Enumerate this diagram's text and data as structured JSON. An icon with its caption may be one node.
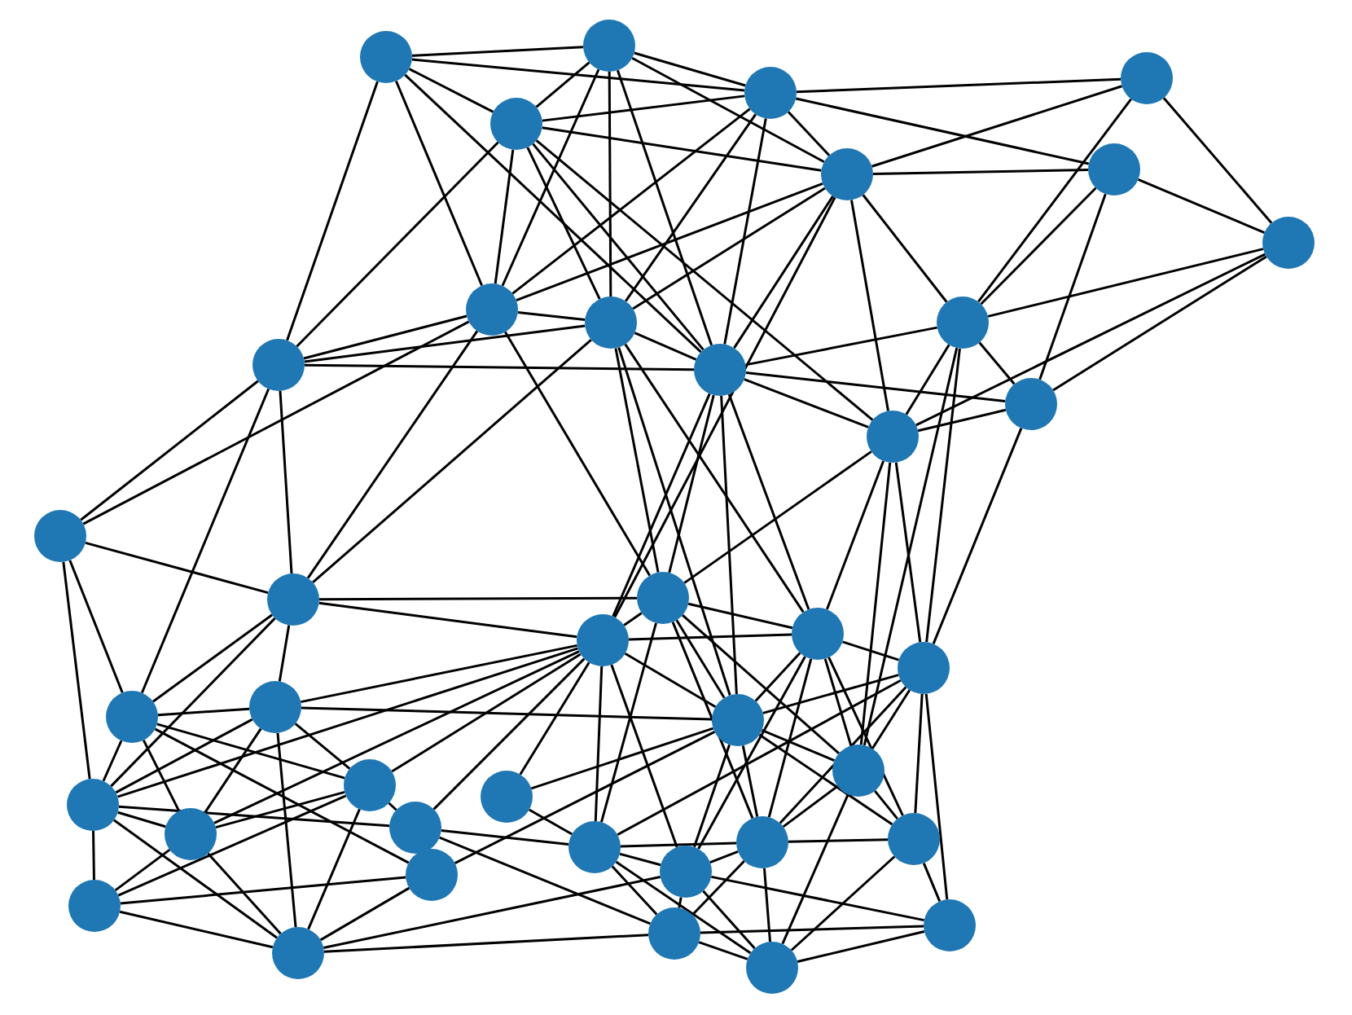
{
  "diagram": {
    "nodes": [
      {
        "text": [],
        "shape": "circle"
      },
      {
        "text": [],
        "shape": "circle"
      },
      {
        "text": [],
        "shape": "circle"
      },
      {
        "text": [],
        "shape": "circle"
      },
      {
        "text": [],
        "shape": "circle"
      },
      {
        "text": [],
        "shape": "circle"
      },
      {
        "text": [],
        "shape": "circle"
      },
      {
        "text": [],
        "shape": "circle"
      },
      {
        "text": [],
        "shape": "circle"
      },
      {
        "text": [],
        "shape": "circle"
      },
      {
        "text": [],
        "shape": "circle"
      },
      {
        "text": [],
        "shape": "circle"
      },
      {
        "text": [],
        "shape": "circle"
      },
      {
        "text": [],
        "shape": "circle"
      },
      {
        "text": [],
        "shape": "circle"
      },
      {
        "text": [],
        "shape": "circle"
      },
      {
        "text": [],
        "shape": "circle"
      },
      {
        "text": [],
        "shape": "circle"
      },
      {
        "text": [],
        "shape": "circle"
      },
      {
        "text": [],
        "shape": "circle"
      },
      {
        "text": [],
        "shape": "circle"
      },
      {
        "text": [],
        "shape": "circle"
      },
      {
        "text": [],
        "shape": "circle"
      },
      {
        "text": [],
        "shape": "circle"
      },
      {
        "text": [],
        "shape": "circle"
      },
      {
        "text": [],
        "shape": "circle"
      },
      {
        "text": [],
        "shape": "circle"
      },
      {
        "text": [],
        "shape": "circle"
      },
      {
        "text": [],
        "shape": "circle"
      },
      {
        "text": [],
        "shape": "circle"
      },
      {
        "text": [],
        "shape": "circle"
      },
      {
        "text": [],
        "shape": "circle"
      },
      {
        "text": [],
        "shape": "circle"
      },
      {
        "text": [],
        "shape": "circle"
      },
      {
        "text": [],
        "shape": "circle"
      },
      {
        "text": [],
        "shape": "circle"
      },
      {
        "text": [],
        "shape": "circle"
      },
      {
        "text": [],
        "shape": "circle"
      },
      {
        "text": [],
        "shape": "circle"
      },
      {
        "text": [],
        "shape": "circle"
      }
    ],
    "edges": [
      {
        "from": 0,
        "to": 1,
        "arrow": "none"
      },
      {
        "from": 0,
        "to": 2,
        "arrow": "none"
      },
      {
        "from": 0,
        "to": 4,
        "arrow": "none"
      },
      {
        "from": 0,
        "to": 10,
        "arrow": "none"
      },
      {
        "from": 0,
        "to": 8,
        "arrow": "none"
      },
      {
        "from": 0,
        "to": 11,
        "arrow": "none"
      },
      {
        "from": 1,
        "to": 2,
        "arrow": "none"
      },
      {
        "from": 1,
        "to": 4,
        "arrow": "none"
      },
      {
        "from": 1,
        "to": 8,
        "arrow": "none"
      },
      {
        "from": 1,
        "to": 9,
        "arrow": "none"
      },
      {
        "from": 1,
        "to": 11,
        "arrow": "none"
      },
      {
        "from": 1,
        "to": 5,
        "arrow": "none"
      },
      {
        "from": 2,
        "to": 4,
        "arrow": "none"
      },
      {
        "from": 2,
        "to": 3,
        "arrow": "none"
      },
      {
        "from": 2,
        "to": 6,
        "arrow": "none"
      },
      {
        "from": 2,
        "to": 5,
        "arrow": "none"
      },
      {
        "from": 2,
        "to": 8,
        "arrow": "none"
      },
      {
        "from": 2,
        "to": 9,
        "arrow": "none"
      },
      {
        "from": 2,
        "to": 11,
        "arrow": "none"
      },
      {
        "from": 4,
        "to": 5,
        "arrow": "none"
      },
      {
        "from": 4,
        "to": 8,
        "arrow": "none"
      },
      {
        "from": 4,
        "to": 9,
        "arrow": "none"
      },
      {
        "from": 4,
        "to": 11,
        "arrow": "none"
      },
      {
        "from": 4,
        "to": 10,
        "arrow": "none"
      },
      {
        "from": 4,
        "to": 14,
        "arrow": "none"
      },
      {
        "from": 3,
        "to": 5,
        "arrow": "none"
      },
      {
        "from": 3,
        "to": 7,
        "arrow": "none"
      },
      {
        "from": 3,
        "to": 12,
        "arrow": "none"
      },
      {
        "from": 5,
        "to": 6,
        "arrow": "none"
      },
      {
        "from": 5,
        "to": 8,
        "arrow": "none"
      },
      {
        "from": 5,
        "to": 9,
        "arrow": "none"
      },
      {
        "from": 5,
        "to": 12,
        "arrow": "none"
      },
      {
        "from": 5,
        "to": 14,
        "arrow": "none"
      },
      {
        "from": 5,
        "to": 11,
        "arrow": "none"
      },
      {
        "from": 5,
        "to": 18,
        "arrow": "none"
      },
      {
        "from": 6,
        "to": 7,
        "arrow": "none"
      },
      {
        "from": 6,
        "to": 12,
        "arrow": "none"
      },
      {
        "from": 6,
        "to": 13,
        "arrow": "none"
      },
      {
        "from": 7,
        "to": 12,
        "arrow": "none"
      },
      {
        "from": 7,
        "to": 13,
        "arrow": "none"
      },
      {
        "from": 7,
        "to": 14,
        "arrow": "none"
      },
      {
        "from": 8,
        "to": 9,
        "arrow": "none"
      },
      {
        "from": 8,
        "to": 10,
        "arrow": "none"
      },
      {
        "from": 8,
        "to": 16,
        "arrow": "none"
      },
      {
        "from": 8,
        "to": 17,
        "arrow": "none"
      },
      {
        "from": 9,
        "to": 10,
        "arrow": "none"
      },
      {
        "from": 9,
        "to": 11,
        "arrow": "none"
      },
      {
        "from": 9,
        "to": 17,
        "arrow": "none"
      },
      {
        "from": 9,
        "to": 23,
        "arrow": "none"
      },
      {
        "from": 9,
        "to": 19,
        "arrow": "none"
      },
      {
        "from": 10,
        "to": 11,
        "arrow": "none"
      },
      {
        "from": 10,
        "to": 15,
        "arrow": "none"
      },
      {
        "from": 10,
        "to": 16,
        "arrow": "none"
      },
      {
        "from": 10,
        "to": 21,
        "arrow": "none"
      },
      {
        "from": 11,
        "to": 12,
        "arrow": "none"
      },
      {
        "from": 11,
        "to": 14,
        "arrow": "none"
      },
      {
        "from": 11,
        "to": 13,
        "arrow": "none"
      },
      {
        "from": 11,
        "to": 17,
        "arrow": "none"
      },
      {
        "from": 11,
        "to": 18,
        "arrow": "none"
      },
      {
        "from": 11,
        "to": 19,
        "arrow": "none"
      },
      {
        "from": 11,
        "to": 23,
        "arrow": "none"
      },
      {
        "from": 12,
        "to": 13,
        "arrow": "none"
      },
      {
        "from": 12,
        "to": 14,
        "arrow": "none"
      },
      {
        "from": 12,
        "to": 20,
        "arrow": "none"
      },
      {
        "from": 12,
        "to": 24,
        "arrow": "none"
      },
      {
        "from": 13,
        "to": 14,
        "arrow": "none"
      },
      {
        "from": 13,
        "to": 20,
        "arrow": "none"
      },
      {
        "from": 14,
        "to": 17,
        "arrow": "none"
      },
      {
        "from": 14,
        "to": 19,
        "arrow": "none"
      },
      {
        "from": 14,
        "to": 20,
        "arrow": "none"
      },
      {
        "from": 14,
        "to": 24,
        "arrow": "none"
      },
      {
        "from": 15,
        "to": 16,
        "arrow": "none"
      },
      {
        "from": 15,
        "to": 21,
        "arrow": "none"
      },
      {
        "from": 15,
        "to": 25,
        "arrow": "none"
      },
      {
        "from": 15,
        "to": 8,
        "arrow": "none"
      },
      {
        "from": 16,
        "to": 17,
        "arrow": "none"
      },
      {
        "from": 16,
        "to": 18,
        "arrow": "none"
      },
      {
        "from": 16,
        "to": 21,
        "arrow": "none"
      },
      {
        "from": 16,
        "to": 22,
        "arrow": "none"
      },
      {
        "from": 16,
        "to": 25,
        "arrow": "none"
      },
      {
        "from": 16,
        "to": 9,
        "arrow": "none"
      },
      {
        "from": 17,
        "to": 18,
        "arrow": "none"
      },
      {
        "from": 17,
        "to": 19,
        "arrow": "none"
      },
      {
        "from": 17,
        "to": 23,
        "arrow": "none"
      },
      {
        "from": 17,
        "to": 24,
        "arrow": "none"
      },
      {
        "from": 17,
        "to": 30,
        "arrow": "none"
      },
      {
        "from": 17,
        "to": 33,
        "arrow": "none"
      },
      {
        "from": 18,
        "to": 19,
        "arrow": "none"
      },
      {
        "from": 18,
        "to": 22,
        "arrow": "none"
      },
      {
        "from": 18,
        "to": 23,
        "arrow": "none"
      },
      {
        "from": 18,
        "to": 25,
        "arrow": "none"
      },
      {
        "from": 18,
        "to": 26,
        "arrow": "none"
      },
      {
        "from": 18,
        "to": 27,
        "arrow": "none"
      },
      {
        "from": 18,
        "to": 28,
        "arrow": "none"
      },
      {
        "from": 18,
        "to": 29,
        "arrow": "none"
      },
      {
        "from": 18,
        "to": 30,
        "arrow": "none"
      },
      {
        "from": 18,
        "to": 32,
        "arrow": "none"
      },
      {
        "from": 19,
        "to": 20,
        "arrow": "none"
      },
      {
        "from": 19,
        "to": 23,
        "arrow": "none"
      },
      {
        "from": 19,
        "to": 24,
        "arrow": "none"
      },
      {
        "from": 19,
        "to": 32,
        "arrow": "none"
      },
      {
        "from": 19,
        "to": 33,
        "arrow": "none"
      },
      {
        "from": 19,
        "to": 34,
        "arrow": "none"
      },
      {
        "from": 20,
        "to": 23,
        "arrow": "none"
      },
      {
        "from": 20,
        "to": 24,
        "arrow": "none"
      },
      {
        "from": 20,
        "to": 33,
        "arrow": "none"
      },
      {
        "from": 20,
        "to": 34,
        "arrow": "none"
      },
      {
        "from": 20,
        "to": 39,
        "arrow": "none"
      },
      {
        "from": 20,
        "to": 30,
        "arrow": "none"
      },
      {
        "from": 21,
        "to": 22,
        "arrow": "none"
      },
      {
        "from": 21,
        "to": 25,
        "arrow": "none"
      },
      {
        "from": 21,
        "to": 26,
        "arrow": "none"
      },
      {
        "from": 21,
        "to": 27,
        "arrow": "none"
      },
      {
        "from": 21,
        "to": 31,
        "arrow": "none"
      },
      {
        "from": 22,
        "to": 25,
        "arrow": "none"
      },
      {
        "from": 22,
        "to": 26,
        "arrow": "none"
      },
      {
        "from": 22,
        "to": 27,
        "arrow": "none"
      },
      {
        "from": 22,
        "to": 36,
        "arrow": "none"
      },
      {
        "from": 22,
        "to": 23,
        "arrow": "none"
      },
      {
        "from": 23,
        "to": 24,
        "arrow": "none"
      },
      {
        "from": 23,
        "to": 29,
        "arrow": "none"
      },
      {
        "from": 23,
        "to": 31,
        "arrow": "none"
      },
      {
        "from": 23,
        "to": 32,
        "arrow": "none"
      },
      {
        "from": 23,
        "to": 33,
        "arrow": "none"
      },
      {
        "from": 23,
        "to": 34,
        "arrow": "none"
      },
      {
        "from": 24,
        "to": 33,
        "arrow": "none"
      },
      {
        "from": 24,
        "to": 34,
        "arrow": "none"
      },
      {
        "from": 24,
        "to": 38,
        "arrow": "none"
      },
      {
        "from": 25,
        "to": 26,
        "arrow": "none"
      },
      {
        "from": 25,
        "to": 28,
        "arrow": "none"
      },
      {
        "from": 25,
        "to": 35,
        "arrow": "none"
      },
      {
        "from": 25,
        "to": 36,
        "arrow": "none"
      },
      {
        "from": 26,
        "to": 27,
        "arrow": "none"
      },
      {
        "from": 26,
        "to": 35,
        "arrow": "none"
      },
      {
        "from": 26,
        "to": 36,
        "arrow": "none"
      },
      {
        "from": 27,
        "to": 28,
        "arrow": "none"
      },
      {
        "from": 27,
        "to": 35,
        "arrow": "none"
      },
      {
        "from": 27,
        "to": 36,
        "arrow": "none"
      },
      {
        "from": 28,
        "to": 30,
        "arrow": "none"
      },
      {
        "from": 28,
        "to": 37,
        "arrow": "none"
      },
      {
        "from": 29,
        "to": 30,
        "arrow": "none"
      },
      {
        "from": 30,
        "to": 32,
        "arrow": "none"
      },
      {
        "from": 30,
        "to": 33,
        "arrow": "none"
      },
      {
        "from": 30,
        "to": 37,
        "arrow": "none"
      },
      {
        "from": 30,
        "to": 38,
        "arrow": "none"
      },
      {
        "from": 31,
        "to": 35,
        "arrow": "none"
      },
      {
        "from": 32,
        "to": 33,
        "arrow": "none"
      },
      {
        "from": 32,
        "to": 37,
        "arrow": "none"
      },
      {
        "from": 32,
        "to": 38,
        "arrow": "none"
      },
      {
        "from": 32,
        "to": 39,
        "arrow": "none"
      },
      {
        "from": 33,
        "to": 34,
        "arrow": "none"
      },
      {
        "from": 33,
        "to": 37,
        "arrow": "none"
      },
      {
        "from": 33,
        "to": 38,
        "arrow": "none"
      },
      {
        "from": 34,
        "to": 38,
        "arrow": "none"
      },
      {
        "from": 34,
        "to": 39,
        "arrow": "none"
      },
      {
        "from": 35,
        "to": 36,
        "arrow": "none"
      },
      {
        "from": 36,
        "to": 37,
        "arrow": "none"
      },
      {
        "from": 36,
        "to": 31,
        "arrow": "none"
      },
      {
        "from": 36,
        "to": 32,
        "arrow": "none"
      },
      {
        "from": 37,
        "to": 38,
        "arrow": "none"
      },
      {
        "from": 37,
        "to": 39,
        "arrow": "none"
      },
      {
        "from": 38,
        "to": 39,
        "arrow": "none"
      }
    ]
  }
}
